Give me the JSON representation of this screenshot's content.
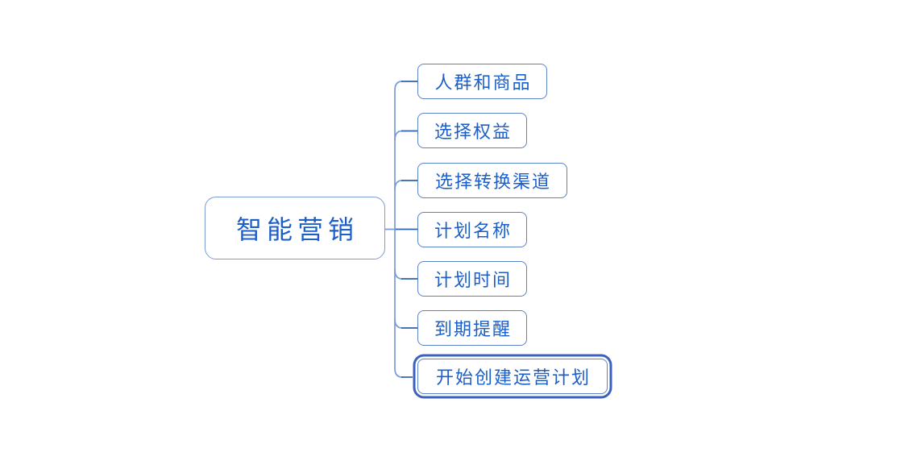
{
  "app": {
    "view": "mindmap-canvas"
  },
  "colors": {
    "canvas_background": "#ffffff",
    "node_text": "#1d5fc9",
    "child_border": "#5b82c4",
    "root_border": "#7e9cd4",
    "connector_light": "#7b9bd2",
    "connector_dark": "#3061b0",
    "selection_ring": "#3c5fc0",
    "node_fill": "#ffffff"
  },
  "diagram": {
    "type": "mindmap",
    "root": {
      "label": "智能营销",
      "selected": false
    },
    "children": [
      {
        "label": "人群和商品",
        "selected": false
      },
      {
        "label": "选择权益",
        "selected": false
      },
      {
        "label": "选择转换渠道",
        "selected": false
      },
      {
        "label": "计划名称",
        "selected": false
      },
      {
        "label": "计划时间",
        "selected": false
      },
      {
        "label": "到期提醒",
        "selected": false
      },
      {
        "label": "开始创建运营计划",
        "selected": true
      }
    ]
  }
}
